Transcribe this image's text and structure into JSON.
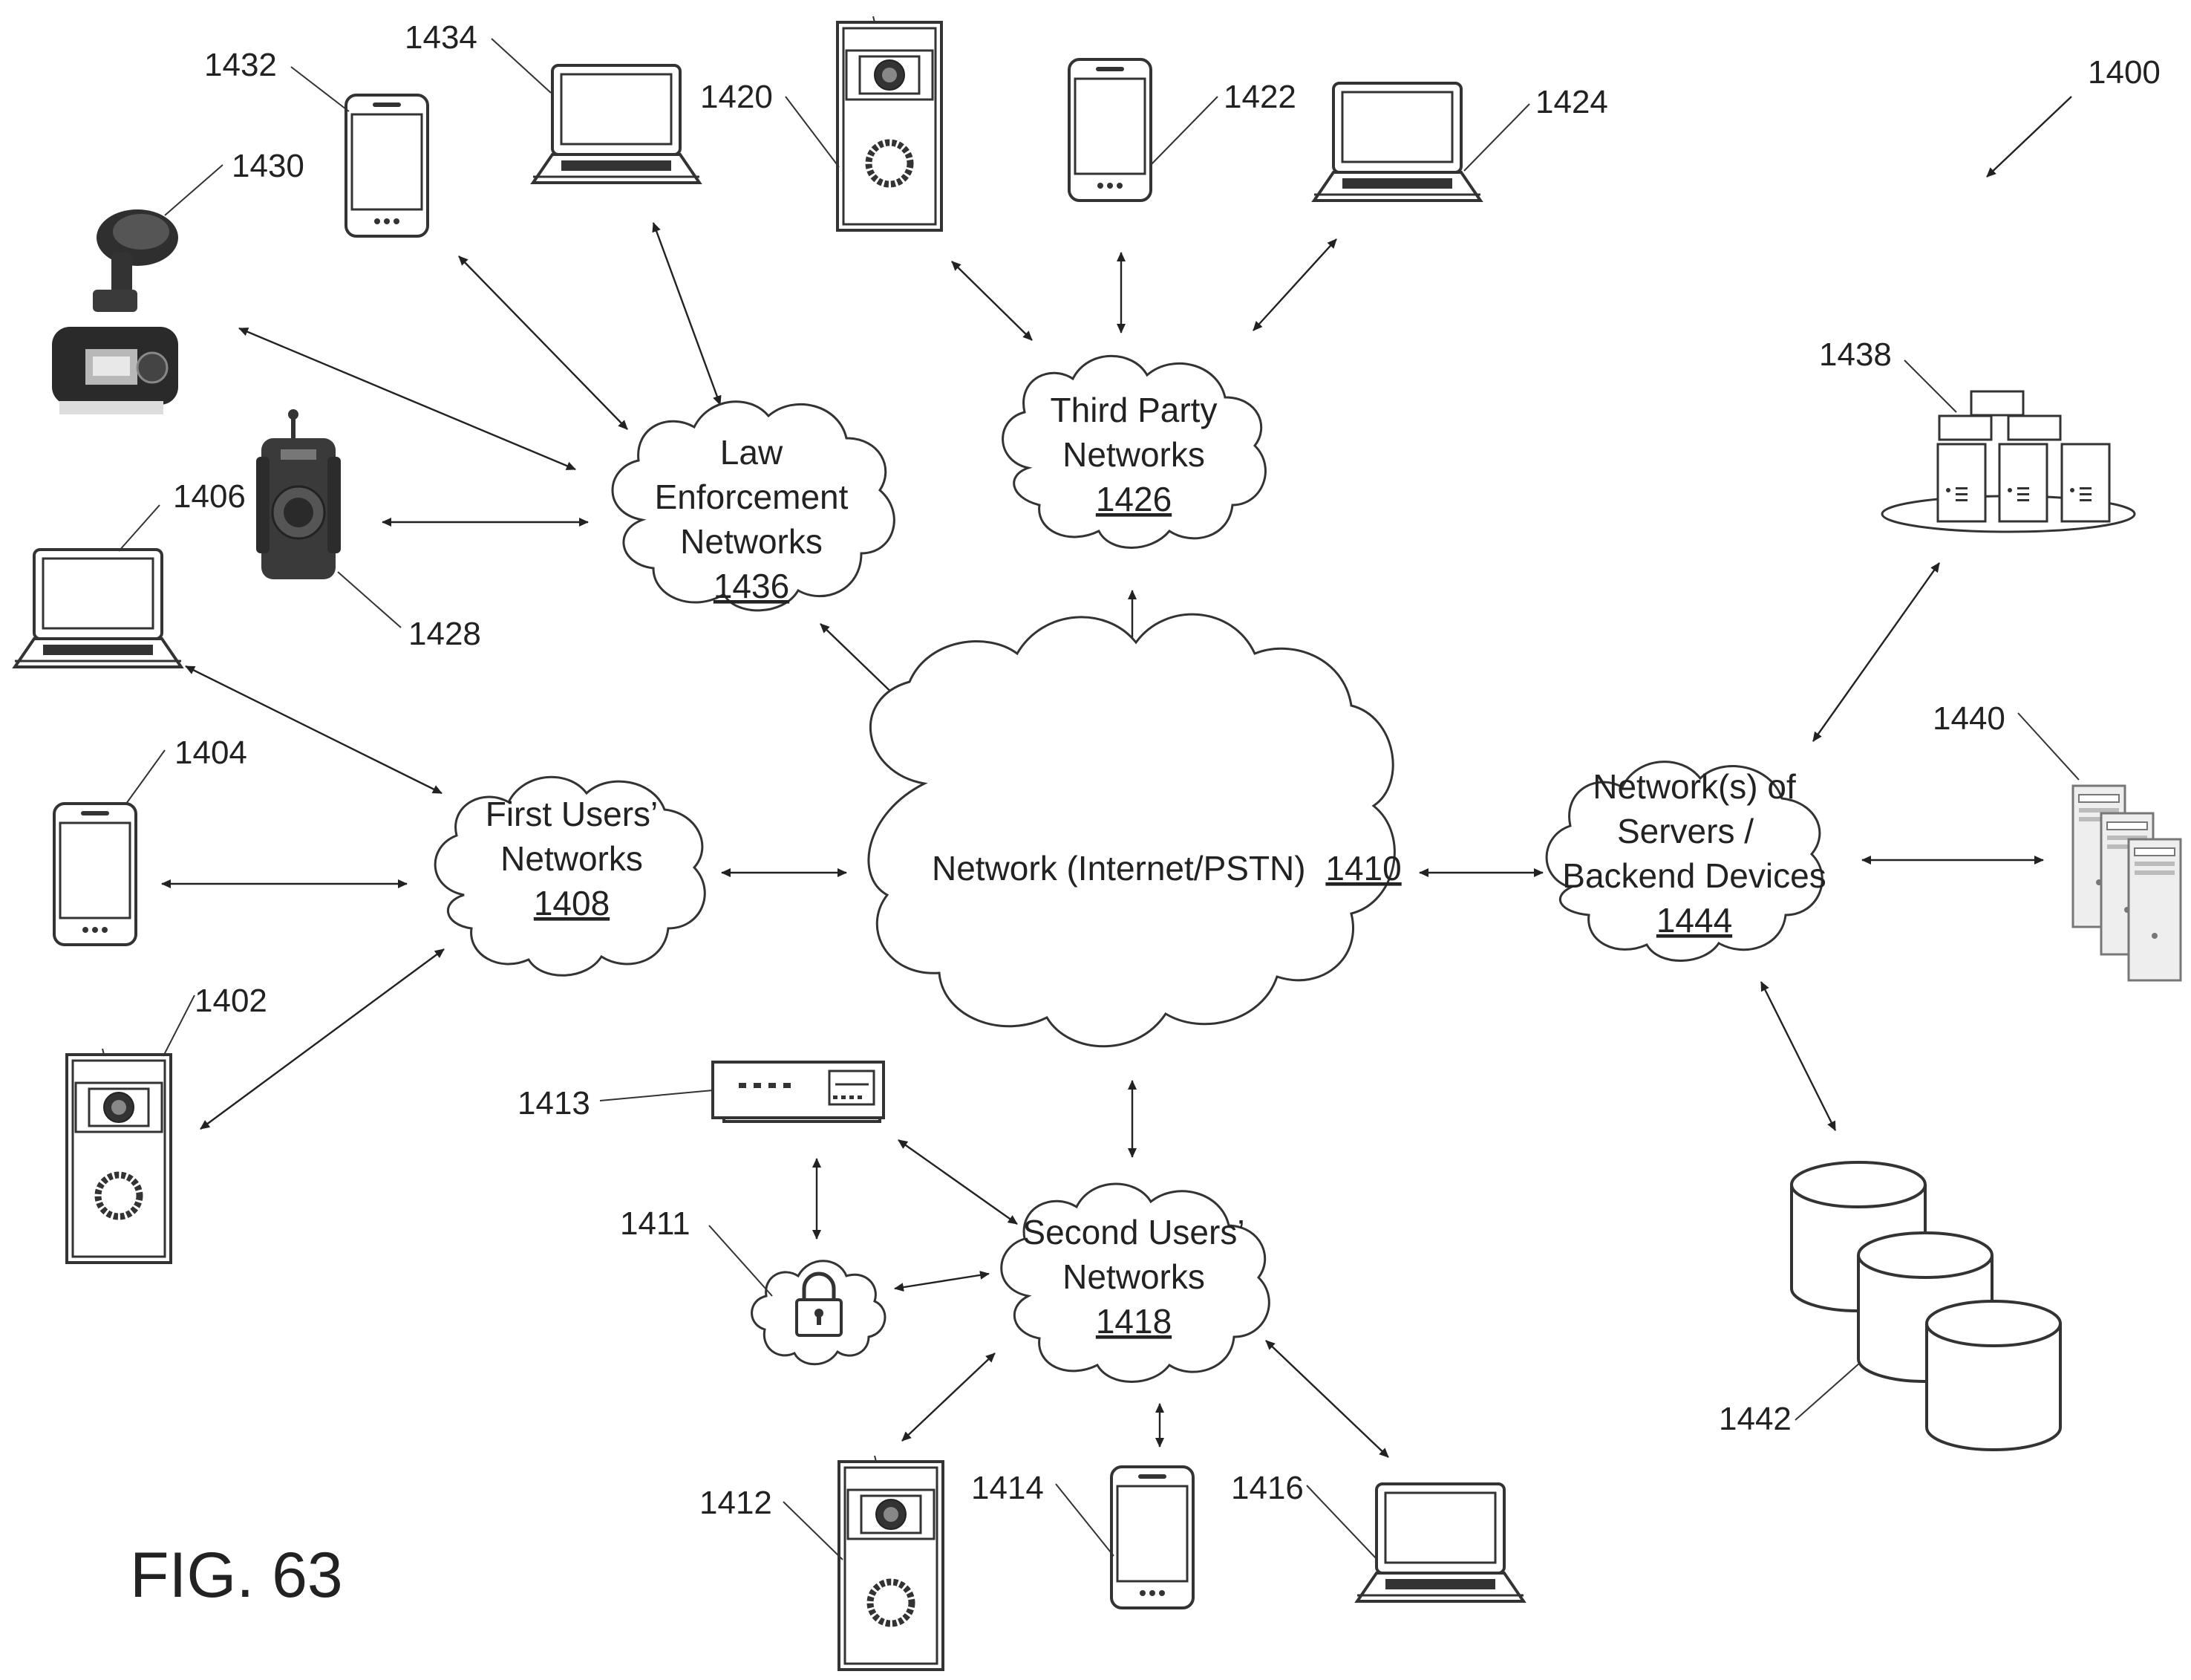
{
  "figure_label": "FIG. 63",
  "system_ref": "1400",
  "clouds": {
    "network": {
      "label": "Network (Internet/PSTN)",
      "ref": "1410"
    },
    "law_enforcement": {
      "line1": "Law",
      "line2": "Enforcement",
      "line3": "Networks",
      "ref": "1436"
    },
    "third_party": {
      "line1": "Third Party",
      "line2": "Networks",
      "ref": "1426"
    },
    "first_users": {
      "line1": "First Users’",
      "line2": "Networks",
      "ref": "1408"
    },
    "second_users": {
      "line1": "Second Users’",
      "line2": "Networks",
      "ref": "1418"
    },
    "servers": {
      "line1": "Network(s) of",
      "line2": "Servers /",
      "line3": "Backend Devices",
      "ref": "1444"
    }
  },
  "device_refs": {
    "doorbell_1402": "1402",
    "phone_1404": "1404",
    "laptop_1406": "1406",
    "lock_1411": "1411",
    "doorbell_1412": "1412",
    "hub_1413": "1413",
    "phone_1414": "1414",
    "laptop_1416": "1416",
    "doorbell_1420": "1420",
    "phone_1422": "1422",
    "laptop_1424": "1424",
    "bodycam_1428": "1428",
    "dashcam_1430": "1430",
    "phone_1432": "1432",
    "laptop_1434": "1434",
    "servers_1438": "1438",
    "servers_1440": "1440",
    "databases_1442": "1442"
  }
}
